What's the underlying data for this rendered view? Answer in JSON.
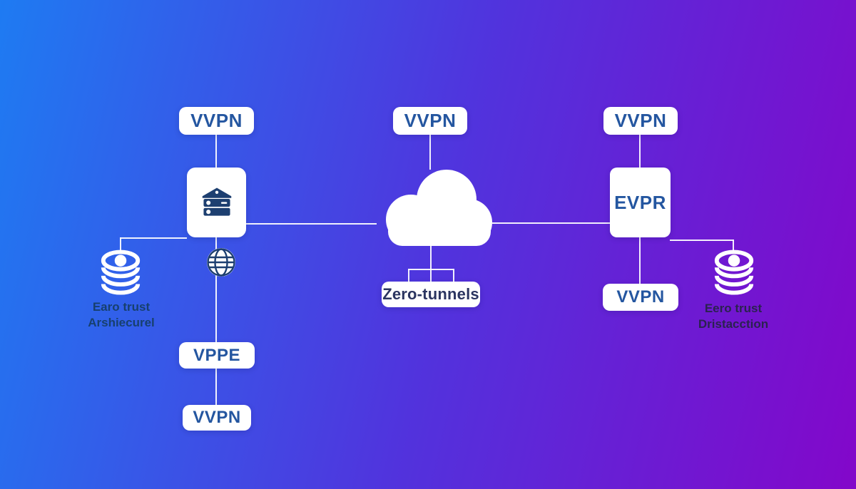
{
  "colors": {
    "bg_start": "#1e7bf2",
    "bg_mid": "#5133dd",
    "bg_end": "#8307ca",
    "box_text": "#2456a0",
    "zero_text": "#2b3560",
    "caption_left": "#17406e",
    "caption_right": "#2b2250",
    "icon_navy": "#1d3f70",
    "line": "rgba(255,255,255,0.92)"
  },
  "nodes": {
    "vvpn_top_left": "VVPN",
    "vvpn_top_center": "VVPN",
    "vvpn_top_right": "VVPN",
    "evpr": "EVPR",
    "vppe": "VPPE",
    "vvpn_bottom_left": "VVPN",
    "vvpn_bottom_right": "VVPN",
    "zero_tunnels": "Zero-tunnels"
  },
  "captions": {
    "left_line1": "Earo trust",
    "left_line2": "Arshiecurel",
    "right_line1": "Eero trust",
    "right_line2": "Dristacction"
  },
  "icons": {
    "server": "server-icon",
    "globe": "globe-icon",
    "cloud": "cloud-icon",
    "database_left": "database-icon",
    "database_right": "database-icon"
  }
}
